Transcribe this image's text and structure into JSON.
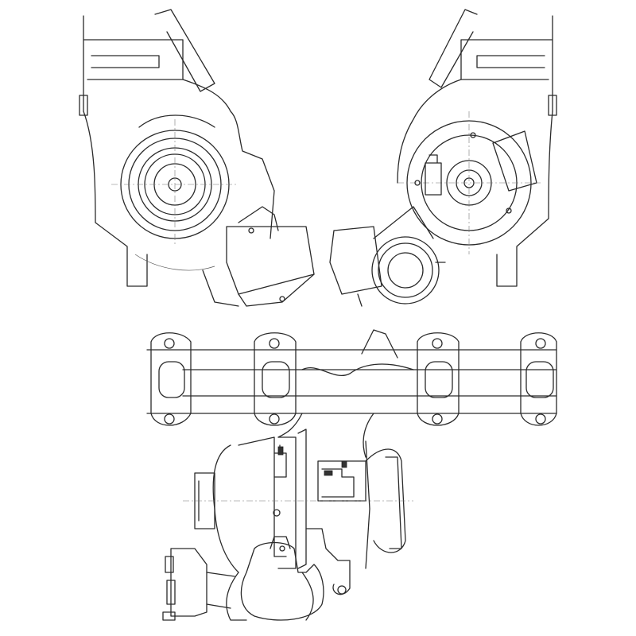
{
  "drawing": {
    "colors": {
      "background": "#ffffff",
      "line": "#2a2a2a",
      "fine_line": "#555555"
    },
    "views": [
      "turbo-front-left",
      "turbo-front-right",
      "exhaust-manifold",
      "turbo-side-section"
    ]
  }
}
